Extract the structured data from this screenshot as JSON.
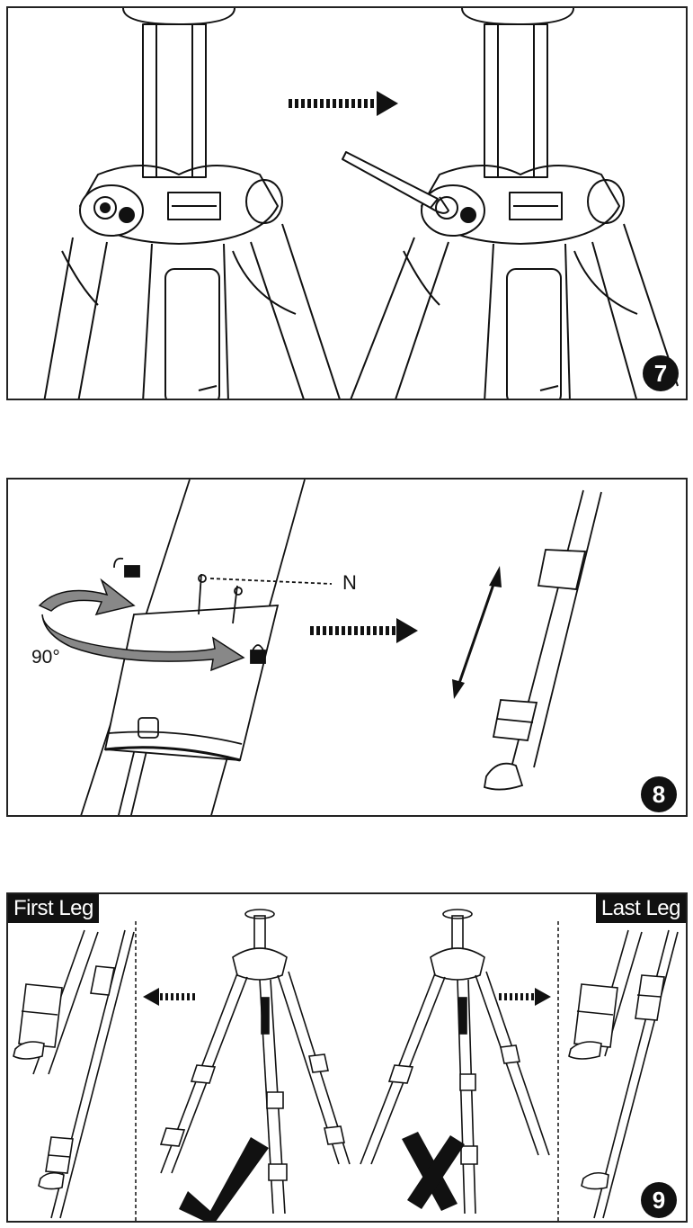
{
  "steps": {
    "step7": {
      "number": "7"
    },
    "step8": {
      "number": "8",
      "label_n": "N",
      "angle": "90°"
    },
    "step9": {
      "number": "9",
      "first_leg": "First Leg",
      "last_leg": "Last Leg"
    }
  },
  "colors": {
    "ink": "#111111",
    "gray": "#777777",
    "background": "#ffffff"
  }
}
